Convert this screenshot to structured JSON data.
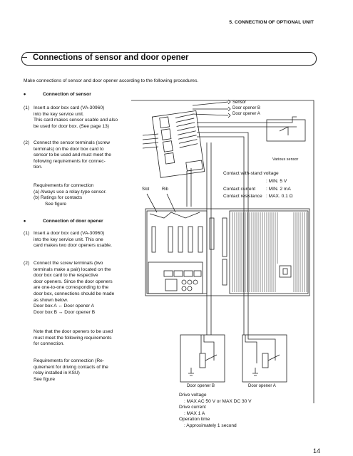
{
  "header": {
    "section": "5. CONNECTION OF OPTIONAL UNIT"
  },
  "title": "Connections of sensor and door opener",
  "intro": "Make connections of sensor and door opener according to the following procedures.",
  "sensor": {
    "heading": "Connection of sensor",
    "step1": [
      "(1)",
      "Insert a door box card (VA-30960)",
      "into the key service unit.",
      "This card makes sensor usable and also",
      "be used for door box. (See page 13)"
    ],
    "step2": [
      "(2)",
      "Connect the sensor terminals (screw",
      "terminals) on the door box card to",
      "sensor to be used and must meet the",
      "following requirements for connec-",
      "tion."
    ],
    "requirements": [
      "Requirements for connection",
      "(a)  Always use a relay-type sensor.",
      "(b)  Ratings for contacts",
      "See figure"
    ]
  },
  "opener": {
    "heading": "Connection of door opener",
    "step1": [
      "(1)",
      "Insert a door box card (VA-30960)",
      "into the key service unit. This one",
      "card makes two door openers usable."
    ],
    "step2": [
      "(2)",
      "Connect the screw terminals (two",
      "terminals make a pair) located on the",
      "door box card to the respective",
      "door openers. Since the door openers",
      "are one-to-one corresponding to the",
      "door box, connections should be made",
      "as shown below."
    ],
    "mapping": [
      "Door box A ↔ Door opener A",
      "Door box B ↔ Door opener B"
    ],
    "note": [
      "Note that the door openers to be used",
      "must meet the following requirements",
      "for connection."
    ],
    "requirements": [
      "Requirements for connection (Re-",
      "quirement for driving contacts of the",
      "relay installed in KSU)",
      "See figure"
    ]
  },
  "figure": {
    "callouts": [
      "Sensor",
      "Door opener B",
      "Door opener A"
    ],
    "various_sensor": "Various sensor",
    "slot": "Slot",
    "rib": "Rib",
    "contact_title": "Contact with-stand voltage",
    "contact_voltage": ": MIN. 5 V",
    "contact_current_label": "Contact current",
    "contact_current_value": ": MIN. 2 mA",
    "contact_resistance_label": "Contact resistance",
    "contact_resistance_value": ": MAX. 0.1 Ω",
    "opener_b_label": "Door opener B",
    "opener_a_label": "Door opener A"
  },
  "drive": {
    "voltage_label": "Drive voltage",
    "voltage_value": ": MAX AC 50 V or MAX DC 30 V",
    "current_label": "Drive current",
    "current_value": ": MAX 1 A",
    "time_label": "Operation time",
    "time_value": ": Approximately 1 second"
  },
  "page_number": "14"
}
